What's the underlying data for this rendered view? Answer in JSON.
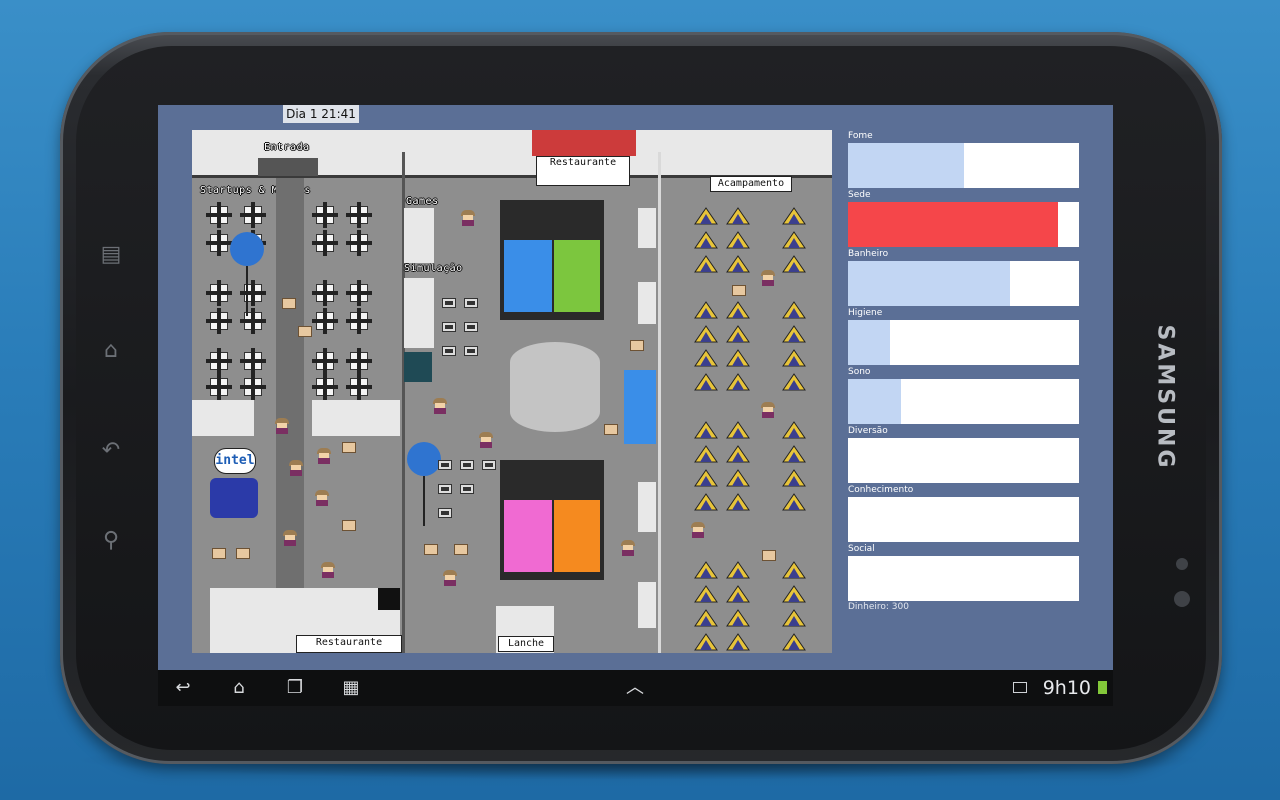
{
  "device": {
    "brand": "SAMSUNG"
  },
  "game": {
    "clock": "Dia 1 21:41",
    "zones": {
      "entrada": "Entrada",
      "startups": "Startups & Makers",
      "games": "Games",
      "simulacao": "Simulação",
      "restaurante_top": "Restaurante",
      "restaurante_bottom": "Restaurante",
      "acampamento": "Acampamento",
      "lanche": "Lanche",
      "intel": "intel"
    },
    "stats": [
      {
        "label": "Fome",
        "value": 0.5,
        "color": "#c2d6f3"
      },
      {
        "label": "Sede",
        "value": 0.91,
        "color": "#f5464a"
      },
      {
        "label": "Banheiro",
        "value": 0.7,
        "color": "#c2d6f3"
      },
      {
        "label": "Higiene",
        "value": 0.18,
        "color": "#c2d6f3"
      },
      {
        "label": "Sono",
        "value": 0.23,
        "color": "#c2d6f3"
      },
      {
        "label": "Diversão",
        "value": 0.0,
        "color": "#c2d6f3"
      },
      {
        "label": "Conhecimento",
        "value": 0.0,
        "color": "#c2d6f3"
      },
      {
        "label": "Social",
        "value": 0.0,
        "color": "#c2d6f3"
      }
    ],
    "money": "Dinheiro: 300"
  },
  "navbar": {
    "back_icon": "back-icon",
    "home_icon": "home-icon",
    "recent_icon": "recent-apps-icon",
    "apps_icon": "apps-grid-icon",
    "up_icon": "chevron-up-icon",
    "time": "9h10"
  }
}
